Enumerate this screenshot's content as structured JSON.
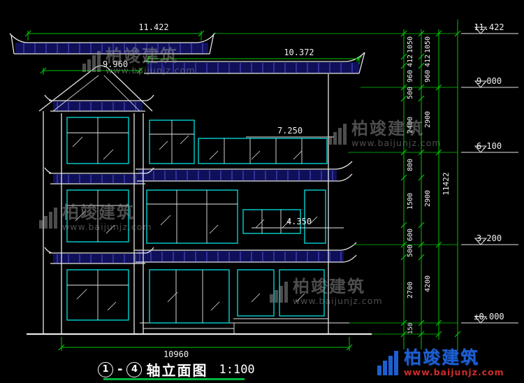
{
  "watermark": {
    "brand": "柏竣建筑",
    "url": "www.baijunjz.com"
  },
  "logo": {
    "brand": "柏竣建筑",
    "url": "www.baijunjz.com"
  },
  "title": {
    "axis_start": "1",
    "separator": "-",
    "axis_end": "4",
    "name": "轴立面图",
    "scale": "1:100"
  },
  "colors": {
    "dim_green": "#00c800",
    "cad_cyan": "#00d2d2",
    "roof_navy": "#10105a",
    "tile_blue": "#4848c0",
    "watermark_gray": "#9a9a9a",
    "logo_blue": "#1d5fd2",
    "logo_red": "#cf2b2b",
    "underline_green": "#00b43c"
  },
  "dims": {
    "top_width": "11.422",
    "right_roof_width": "10.372",
    "left_roof_width": "9.960",
    "level_annot_2f": "7.250",
    "level_annot_1f": "4.350",
    "bottom_width": "10960",
    "total_height": "11422",
    "base_offset": "150"
  },
  "elevations": [
    "11.422",
    "9.000",
    "6.100",
    "3.200",
    "±0.000"
  ],
  "chain_inner": [
    "1050",
    "412",
    "960",
    "500",
    "2400",
    "800",
    "1500",
    "600",
    "500",
    "2700"
  ],
  "chain_outer": [
    "1050",
    "412",
    "960",
    "2900",
    "2900",
    "4200"
  ]
}
